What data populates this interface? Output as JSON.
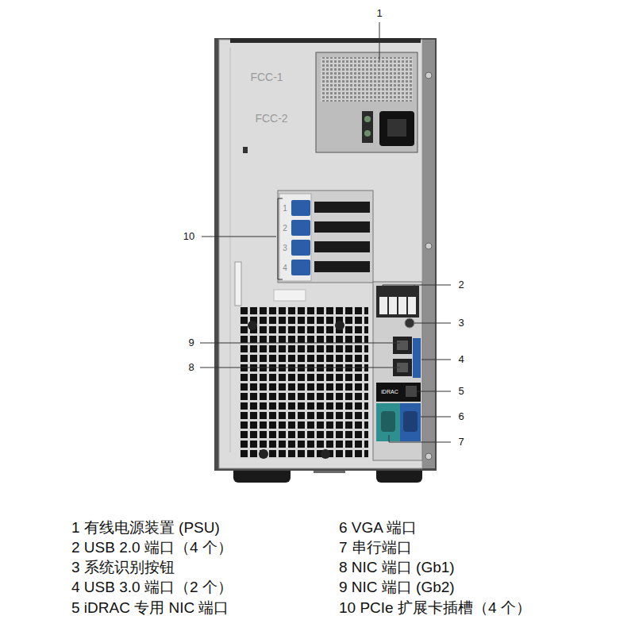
{
  "diagram": {
    "labels": [
      "1",
      "2",
      "3",
      "4",
      "5",
      "6",
      "7",
      "8",
      "9",
      "10",
      "FCC-1",
      "FCC-2",
      "1",
      "2",
      "3",
      "4",
      "iDRAC",
      "1 有线电源装置 (PSU)",
      "2 USB 2.0 端口（4 个）",
      "3 系统识别按钮",
      "4 USB 3.0 端口（2 个）",
      "5 iDRAC 专用 NIC 端口",
      "6 VGA 端口",
      "7 串行端口",
      "8 NIC 端口 (Gb1)",
      "9 NIC 端口 (Gb2)",
      "10 PCIe 扩展卡插槽（4 个）"
    ]
  }
}
